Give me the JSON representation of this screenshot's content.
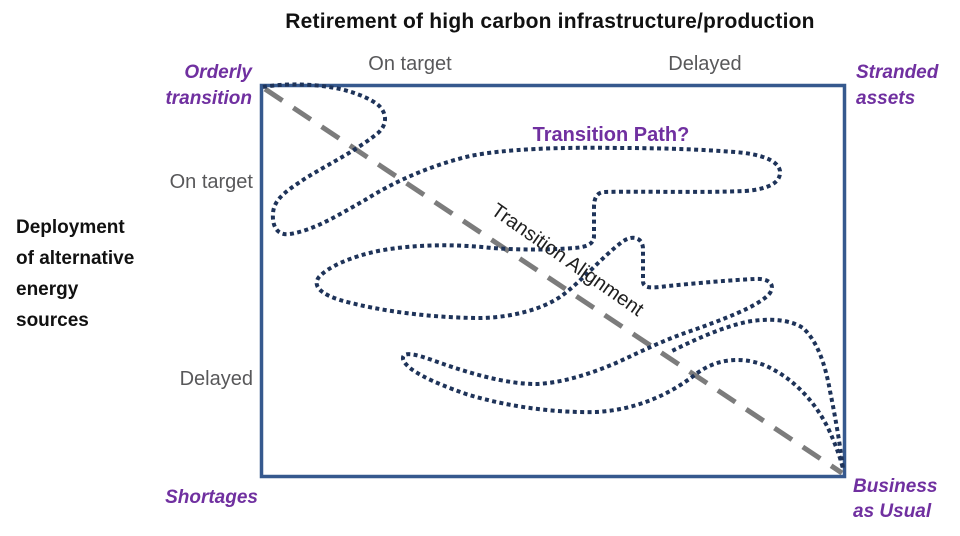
{
  "title": "Retirement of high carbon infrastructure/production",
  "x_axis": {
    "label_left": "On target",
    "label_right": "Delayed"
  },
  "y_axis": {
    "title_lines": [
      "Deployment",
      "of alternative",
      "energy",
      "sources"
    ],
    "label_top": "On target",
    "label_bottom": "Delayed"
  },
  "quadrant_corners": {
    "top_left": {
      "lines": [
        "Orderly",
        "transition"
      ]
    },
    "top_right": {
      "lines": [
        "Stranded",
        "assets"
      ]
    },
    "bottom_left": {
      "lines": [
        "Shortages"
      ]
    },
    "bottom_right": {
      "lines": [
        "Business",
        "as Usual"
      ]
    }
  },
  "annotations": {
    "transition_path": "Transition Path?",
    "transition_alignment": "Transition Alignment"
  },
  "colors": {
    "box_border": "#36598E",
    "blob_dotted": "#1E3359",
    "diagonal_dashed": "#7C7C7C",
    "purple_label": "#7030A0",
    "axis_label_gray": "#58585A",
    "text_black": "#111111"
  }
}
